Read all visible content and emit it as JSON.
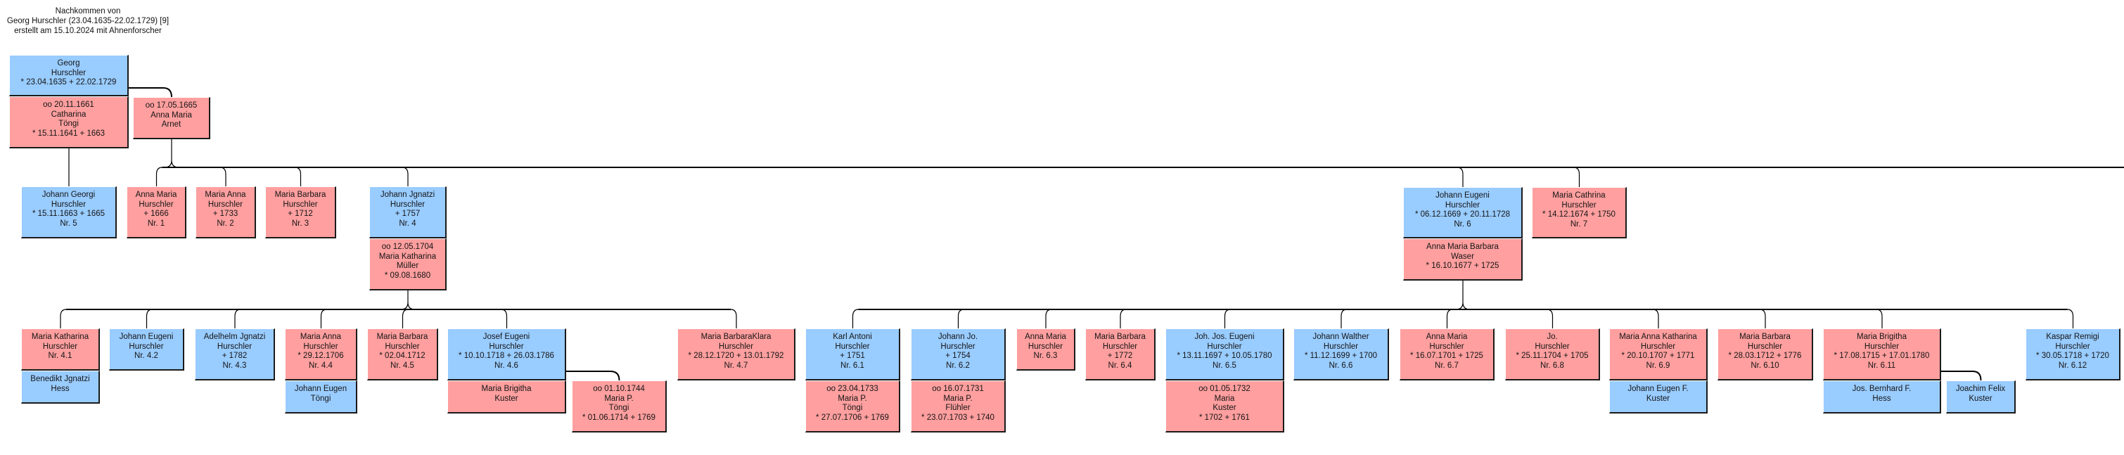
{
  "title": [
    "Nachkommen von",
    "Georg Hurschler (23.04.1635-22.02.1729) [9]",
    "erstellt am 15.10.2024 mit Ahnenforscher"
  ],
  "colors": {
    "male": "#99ccff",
    "female": "#ff9f9f",
    "line": "#000000"
  },
  "persons": [
    {
      "id": "georg",
      "sex": "male",
      "lines": [
        "Georg",
        "Hurschler",
        "* 23.04.1635  + 22.02.1729"
      ]
    },
    {
      "id": "catharina",
      "sex": "female",
      "lines": [
        "oo 20.11.1661",
        "Catharina",
        "Töngi",
        "* 15.11.1641  + 1663"
      ]
    },
    {
      "id": "arnet",
      "sex": "female",
      "lines": [
        "oo 17.05.1665",
        "Anna Maria",
        "Arnet"
      ]
    },
    {
      "id": "n5",
      "sex": "male",
      "lines": [
        "Johann Georgi",
        "Hurschler",
        "* 15.11.1663  + 1665",
        "Nr. 5"
      ]
    },
    {
      "id": "n1",
      "sex": "female",
      "lines": [
        "Anna Maria",
        "Hurschler",
        "+ 1666",
        "Nr. 1"
      ]
    },
    {
      "id": "n2",
      "sex": "female",
      "lines": [
        "Maria Anna",
        "Hurschler",
        "+ 1733",
        "Nr. 2"
      ]
    },
    {
      "id": "n3",
      "sex": "female",
      "lines": [
        "Maria Barbara",
        "Hurschler",
        "+ 1712",
        "Nr. 3"
      ]
    },
    {
      "id": "n4",
      "sex": "male",
      "lines": [
        "Johann Jgnatzi",
        "Hurschler",
        "+ 1757",
        "Nr. 4"
      ]
    },
    {
      "id": "n4s",
      "sex": "female",
      "lines": [
        "oo 12.05.1704",
        "Maria Katharina",
        "Müller",
        "* 09.08.1680"
      ]
    },
    {
      "id": "n6",
      "sex": "male",
      "lines": [
        "Johann Eugeni",
        "Hurschler",
        "* 06.12.1669  + 20.11.1728",
        "Nr. 6"
      ]
    },
    {
      "id": "n6s",
      "sex": "female",
      "lines": [
        "Anna Maria Barbara",
        "Waser",
        "* 16.10.1677  + 1725"
      ]
    },
    {
      "id": "n7",
      "sex": "female",
      "lines": [
        "Maria Cathrina",
        "Hurschler",
        "* 14.12.1674  + 1750",
        "Nr. 7"
      ]
    },
    {
      "id": "n41",
      "sex": "female",
      "lines": [
        "Maria Katharina",
        "Hurschler",
        "Nr. 4.1"
      ]
    },
    {
      "id": "n41s",
      "sex": "male",
      "lines": [
        "Benedikt Jgnatzi",
        "Hess"
      ]
    },
    {
      "id": "n42",
      "sex": "male",
      "lines": [
        "Johann Eugeni",
        "Hurschler",
        "Nr. 4.2"
      ]
    },
    {
      "id": "n43",
      "sex": "male",
      "lines": [
        "Adelhelm Jgnatzi",
        "Hurschler",
        "+ 1782",
        "Nr. 4.3"
      ]
    },
    {
      "id": "n44",
      "sex": "female",
      "lines": [
        "Maria Anna",
        "Hurschler",
        "* 29.12.1706",
        "Nr. 4.4"
      ]
    },
    {
      "id": "n44s",
      "sex": "male",
      "lines": [
        "Johann Eugen",
        "Töngi"
      ]
    },
    {
      "id": "n45",
      "sex": "female",
      "lines": [
        "Maria Barbara",
        "Hurschler",
        "* 02.04.1712",
        "Nr. 4.5"
      ]
    },
    {
      "id": "n46",
      "sex": "male",
      "lines": [
        "Josef Eugeni",
        "Hurschler",
        "* 10.10.1718  + 26.03.1786",
        "Nr. 4.6"
      ]
    },
    {
      "id": "n46s",
      "sex": "female",
      "lines": [
        "Maria Brigitha",
        "Kuster"
      ]
    },
    {
      "id": "n46s2",
      "sex": "female",
      "lines": [
        "oo 01.10.1744",
        "Maria P.",
        "Töngi",
        "* 01.06.1714  + 1769"
      ]
    },
    {
      "id": "n47",
      "sex": "female",
      "lines": [
        "Maria BarbaraKlara",
        "Hurschler",
        "* 28.12.1720  + 13.01.1792",
        "Nr. 4.7"
      ]
    },
    {
      "id": "n61",
      "sex": "male",
      "lines": [
        "Karl Antoni",
        "Hurschler",
        "+ 1751",
        "Nr. 6.1"
      ]
    },
    {
      "id": "n61s",
      "sex": "female",
      "lines": [
        "oo 23.04.1733",
        "Maria P.",
        "Töngi",
        "* 27.07.1706  + 1769"
      ]
    },
    {
      "id": "n62",
      "sex": "male",
      "lines": [
        "Johann Jo.",
        "Hurschler",
        "+ 1754",
        "Nr. 6.2"
      ]
    },
    {
      "id": "n62s",
      "sex": "female",
      "lines": [
        "oo 16.07.1731",
        "Maria P.",
        "Flühler",
        "* 23.07.1703  + 1740"
      ]
    },
    {
      "id": "n63",
      "sex": "female",
      "lines": [
        "Anna Maria",
        "Hurschler",
        "Nr. 6.3"
      ]
    },
    {
      "id": "n64",
      "sex": "female",
      "lines": [
        "Maria Barbara",
        "Hurschler",
        "+ 1772",
        "Nr. 6.4"
      ]
    },
    {
      "id": "n65",
      "sex": "male",
      "lines": [
        "Joh. Jos. Eugeni",
        "Hurschler",
        "* 13.11.1697  + 10.05.1780",
        "Nr. 6.5"
      ]
    },
    {
      "id": "n65s",
      "sex": "female",
      "lines": [
        "oo 01.05.1732",
        "Maria",
        "Kuster",
        "* 1702  + 1761"
      ]
    },
    {
      "id": "n66",
      "sex": "male",
      "lines": [
        "Johann Walther",
        "Hurschler",
        "* 11.12.1699  + 1700",
        "Nr. 6.6"
      ]
    },
    {
      "id": "n67",
      "sex": "female",
      "lines": [
        "Anna Maria",
        "Hurschler",
        "* 16.07.1701  + 1725",
        "Nr. 6.7"
      ]
    },
    {
      "id": "n68",
      "sex": "female",
      "lines": [
        "Jo.",
        "Hurschler",
        "* 25.11.1704  + 1705",
        "Nr. 6.8"
      ]
    },
    {
      "id": "n69",
      "sex": "female",
      "lines": [
        "Maria Anna Katharina",
        "Hurschler",
        "* 20.10.1707  + 1771",
        "Nr. 6.9"
      ]
    },
    {
      "id": "n69s",
      "sex": "male",
      "lines": [
        "Johann Eugen F.",
        "Kuster"
      ]
    },
    {
      "id": "n610",
      "sex": "female",
      "lines": [
        "Maria Barbara",
        "Hurschler",
        "* 28.03.1712  + 1776",
        "Nr. 6.10"
      ]
    },
    {
      "id": "n611",
      "sex": "female",
      "lines": [
        "Maria Brigitha",
        "Hurschler",
        "* 17.08.1715  + 17.01.1780",
        "Nr. 6.11"
      ]
    },
    {
      "id": "n611s",
      "sex": "male",
      "lines": [
        "Jos. Bernhard F.",
        "Hess"
      ]
    },
    {
      "id": "n611s2",
      "sex": "male",
      "lines": [
        "Joachim Felix",
        "Kuster"
      ]
    },
    {
      "id": "n612",
      "sex": "male",
      "lines": [
        "Kaspar Remigi",
        "Hurschler",
        "* 30.05.1718  + 1720",
        "Nr. 6.12"
      ]
    }
  ]
}
